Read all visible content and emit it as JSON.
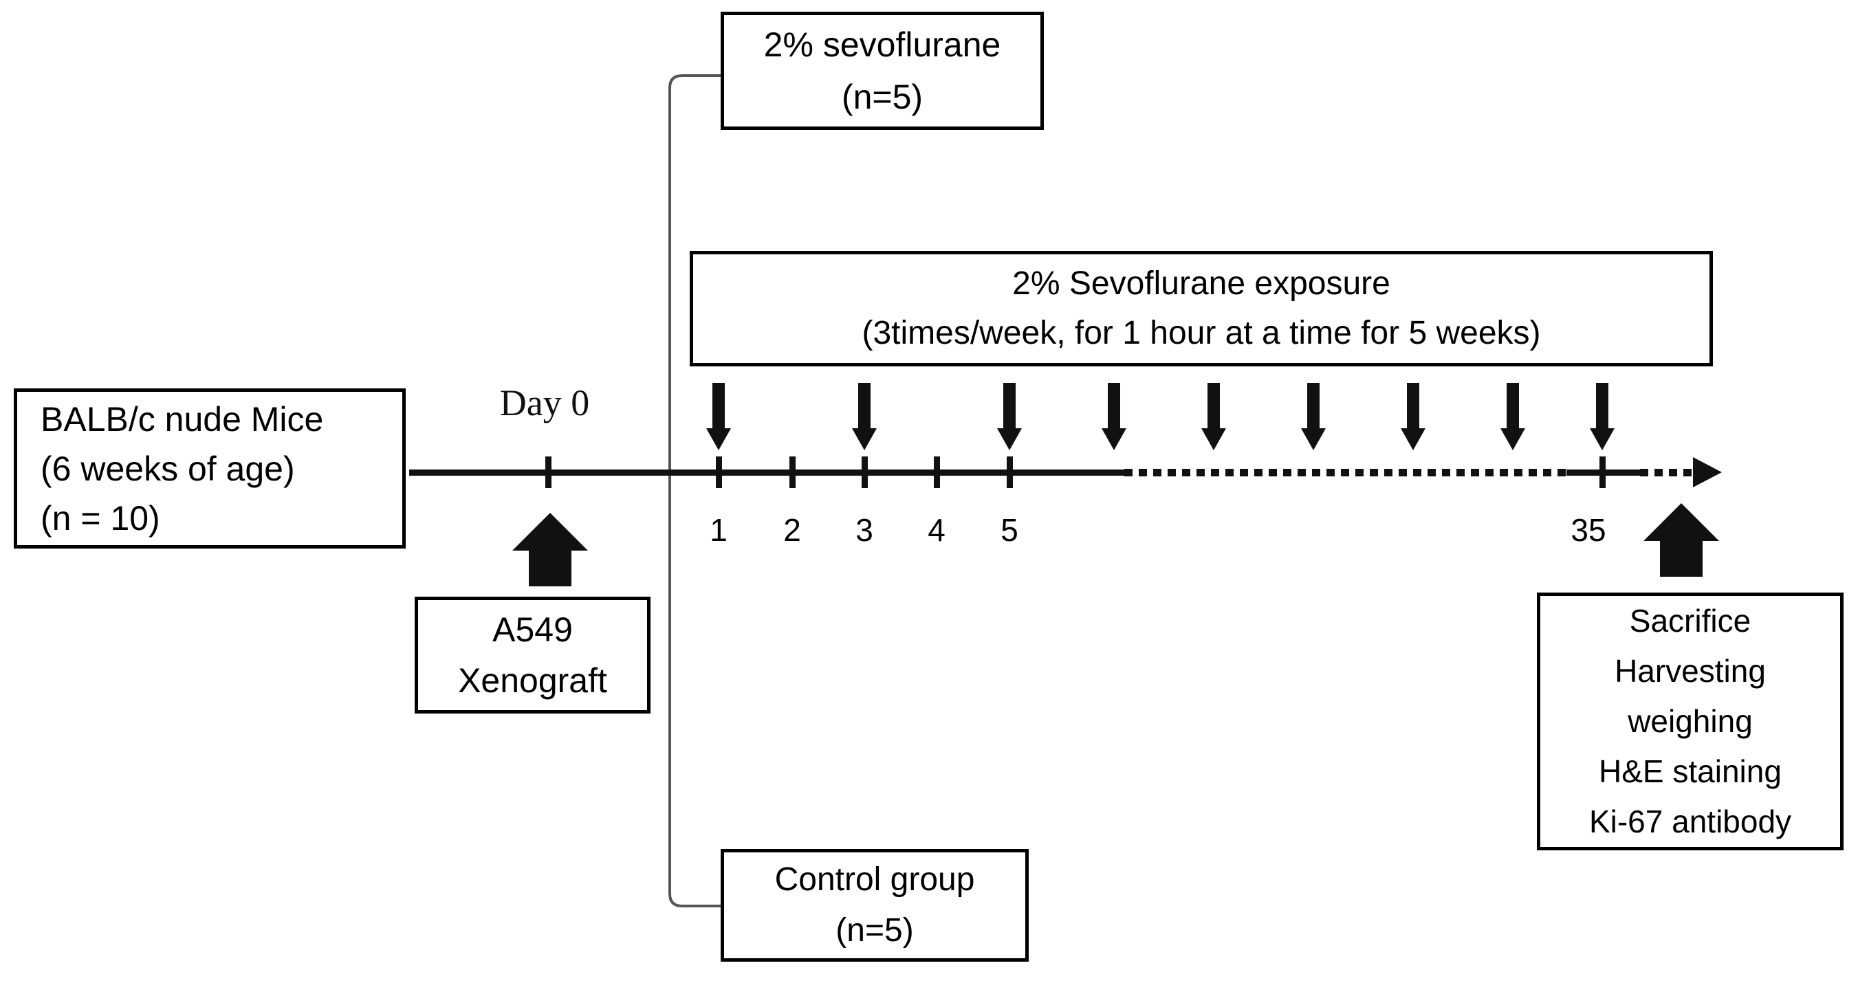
{
  "diagram": {
    "subject_box": {
      "lines": [
        "BALB/c nude Mice",
        "(6 weeks of age)",
        "(n = 10)"
      ]
    },
    "day0_label": "Day 0",
    "xenograft_box": {
      "lines": [
        "A549",
        "Xenograft"
      ]
    },
    "sevoflurane_group_box": {
      "lines": [
        "2% sevoflurane",
        "(n=5)"
      ]
    },
    "control_group_box": {
      "lines": [
        "Control group",
        "(n=5)"
      ]
    },
    "exposure_box": {
      "lines": [
        "2% Sevoflurane exposure",
        "(3times/week, for 1 hour at a time for 5 weeks)"
      ]
    },
    "sacrifice_box": {
      "lines": [
        "Sacrifice",
        "Harvesting",
        "weighing",
        "H&E staining",
        "Ki-67 antibody"
      ]
    },
    "timeline": {
      "tick_labels": [
        "1",
        "2",
        "3",
        "4",
        "5",
        "35"
      ]
    },
    "colors": {
      "ink": "#111111",
      "bracket": "#555555",
      "background": "#ffffff"
    }
  }
}
